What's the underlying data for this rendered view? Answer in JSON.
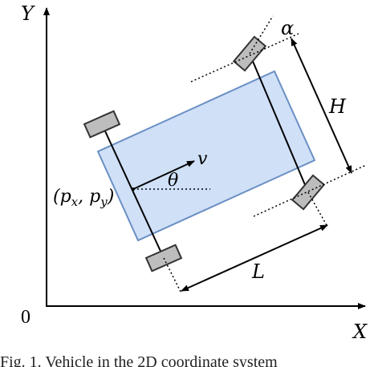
{
  "axes": {
    "y_label": "Y",
    "x_label": "X",
    "origin_label": "0"
  },
  "labels": {
    "alpha": "α",
    "height": "H",
    "velocity": "v",
    "theta": "θ",
    "length": "L",
    "position": "(p",
    "position_x_sub": "x",
    "position_sep": ", p",
    "position_y_sub": "y",
    "position_close": ")"
  },
  "caption": "Fig. 1. Vehicle in the 2D coordinate system",
  "colors": {
    "body_fill": "#cfe0f7",
    "body_stroke": "#6b8fc4",
    "wheel_fill": "#bdbdbd",
    "wheel_stroke": "#333333",
    "line": "#000000"
  }
}
